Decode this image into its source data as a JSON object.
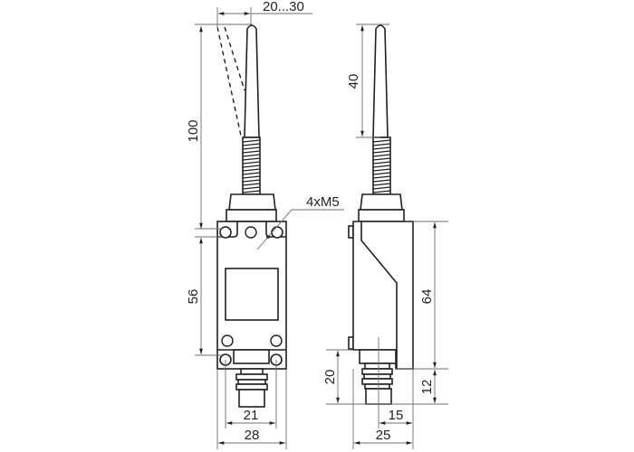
{
  "drawing": {
    "front_view": {
      "dimensions": {
        "height_total": "100",
        "mount_spacing_v": "56",
        "mount_spacing_h": "21",
        "width": "28",
        "deflection": "20...30"
      },
      "callout": "4xM5"
    },
    "side_view": {
      "dimensions": {
        "rod_length": "40",
        "body_height": "64",
        "plunger_height": "20",
        "step": "12",
        "plunger_offset": "15",
        "depth": "25"
      }
    }
  }
}
